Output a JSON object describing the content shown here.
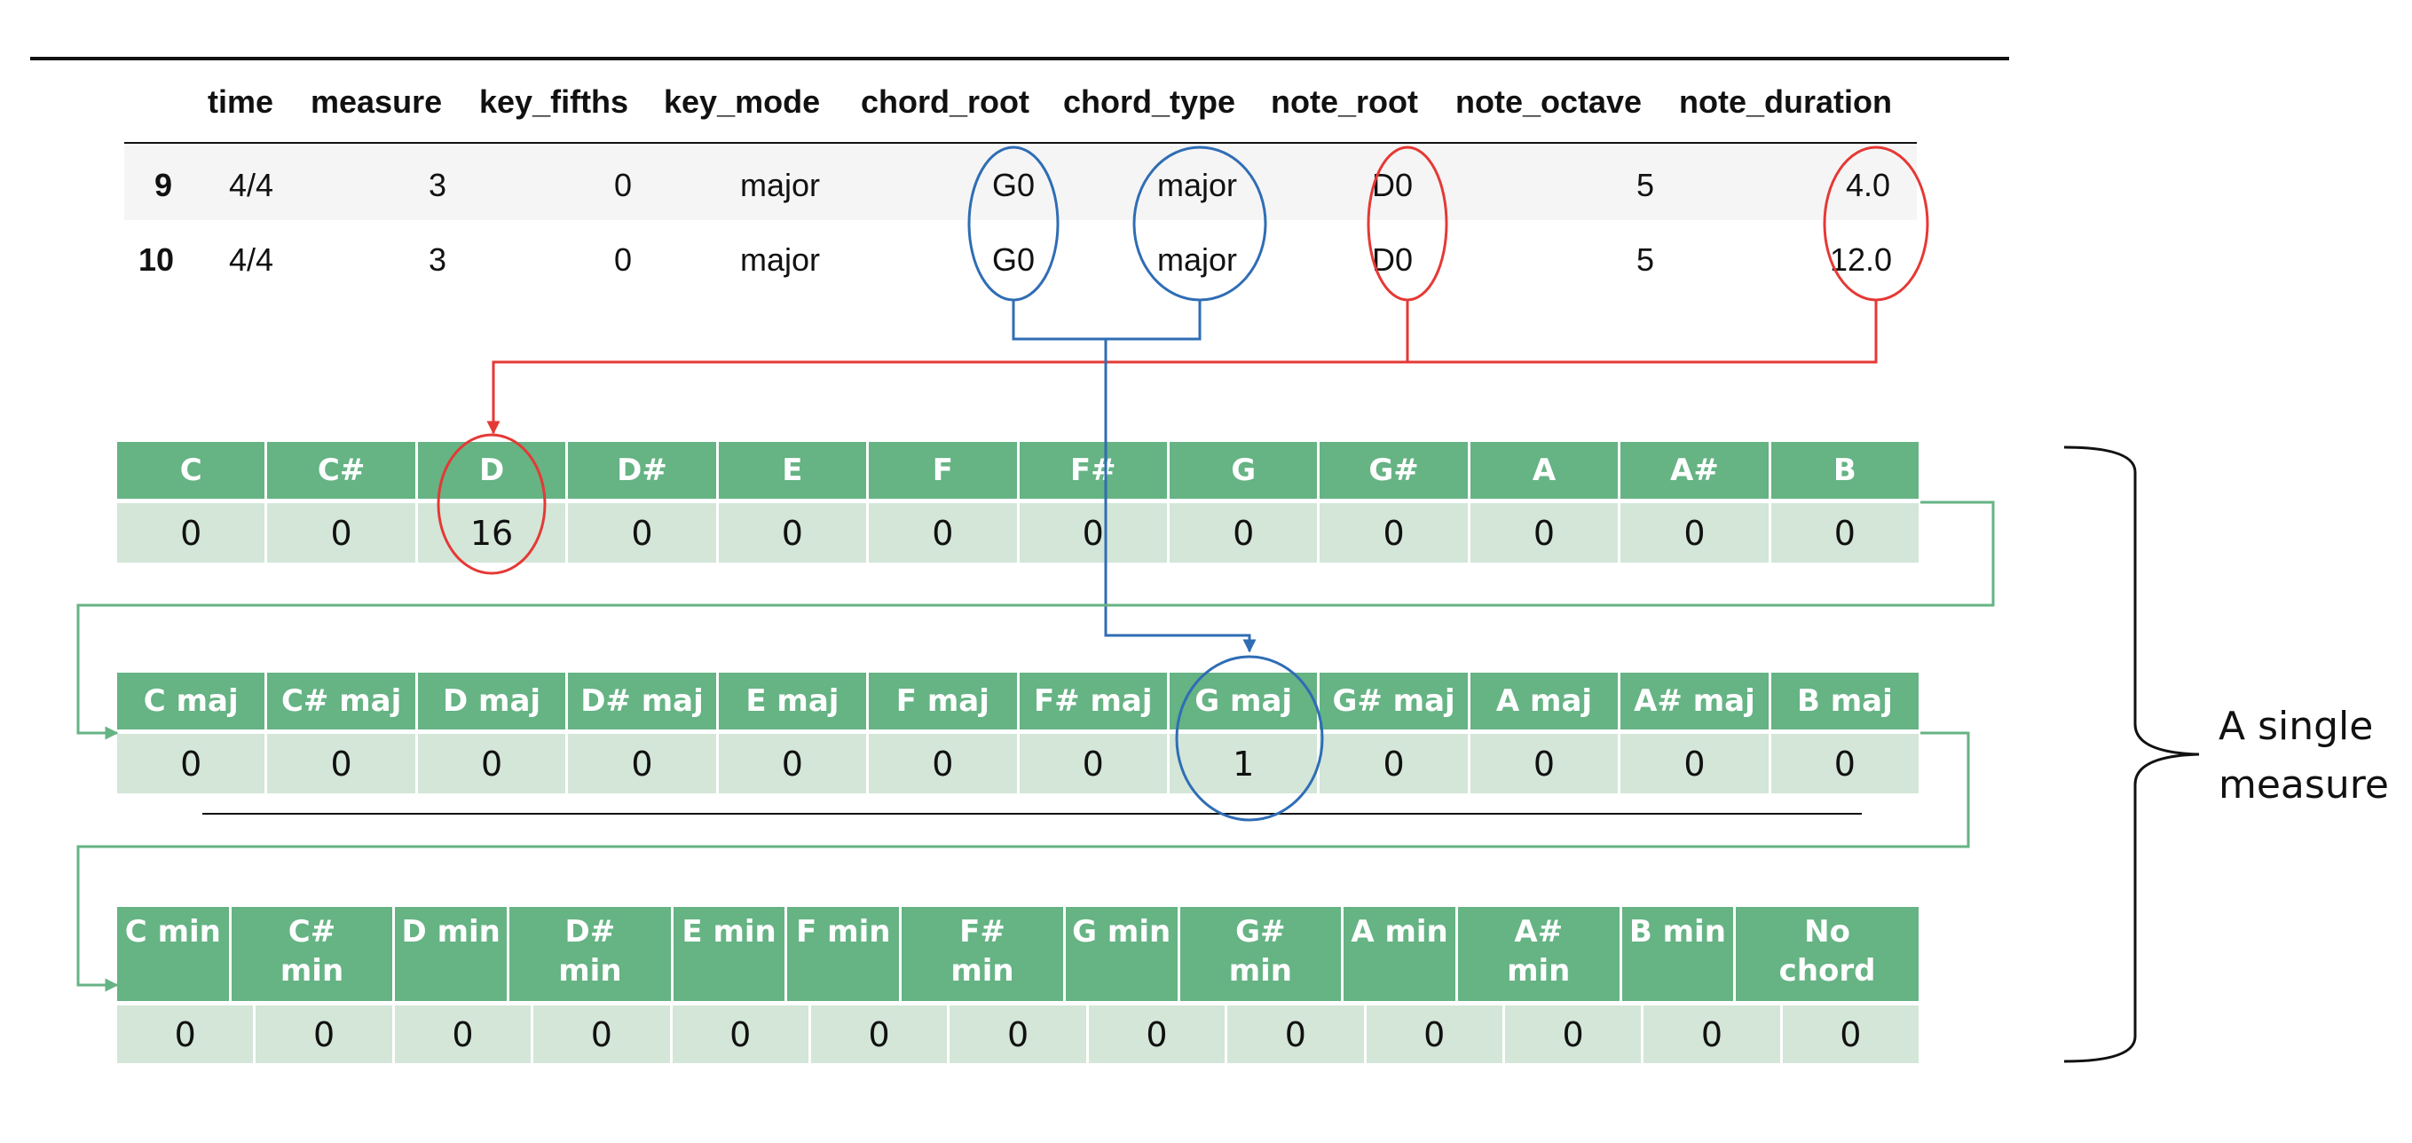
{
  "table": {
    "columns": [
      "time",
      "measure",
      "key_fifths",
      "key_mode",
      "chord_root",
      "chord_type",
      "note_root",
      "note_octave",
      "note_duration"
    ],
    "rows": [
      {
        "index": "9",
        "time": "4/4",
        "measure": "3",
        "key_fifths": "0",
        "key_mode": "major",
        "chord_root": "G0",
        "chord_type": "major",
        "note_root": "D0",
        "note_octave": "5",
        "note_duration": "4.0"
      },
      {
        "index": "10",
        "time": "4/4",
        "measure": "3",
        "key_fifths": "0",
        "key_mode": "major",
        "chord_root": "G0",
        "chord_type": "major",
        "note_root": "D0",
        "note_octave": "5",
        "note_duration": "12.0"
      }
    ]
  },
  "notes_grid": {
    "headers": [
      "C",
      "C#",
      "D",
      "D#",
      "E",
      "F",
      "F#",
      "G",
      "G#",
      "A",
      "A#",
      "B"
    ],
    "values": [
      "0",
      "0",
      "16",
      "0",
      "0",
      "0",
      "0",
      "0",
      "0",
      "0",
      "0",
      "0"
    ]
  },
  "major_grid": {
    "headers": [
      "C maj",
      "C# maj",
      "D maj",
      "D# maj",
      "E maj",
      "F maj",
      "F# maj",
      "G maj",
      "G# maj",
      "A maj",
      "A# maj",
      "B maj"
    ],
    "values": [
      "0",
      "0",
      "0",
      "0",
      "0",
      "0",
      "0",
      "1",
      "0",
      "0",
      "0",
      "0"
    ]
  },
  "minor_grid": {
    "headers": [
      "C min",
      "C# min",
      "D min",
      "D# min",
      "E min",
      "F min",
      "F# min",
      "G min",
      "G# min",
      "A min",
      "A# min",
      "B min",
      "No chord"
    ],
    "values": [
      "0",
      "0",
      "0",
      "0",
      "0",
      "0",
      "0",
      "0",
      "0",
      "0",
      "0",
      "0",
      "0"
    ]
  },
  "brace_label": {
    "line1": "A single",
    "line2": "measure"
  },
  "colors": {
    "note_highlight": "#e53935",
    "chord_highlight": "#2f6db5",
    "flow_line": "#66b384",
    "header_fill": "#66b384",
    "value_fill": "#d3e6d8"
  }
}
